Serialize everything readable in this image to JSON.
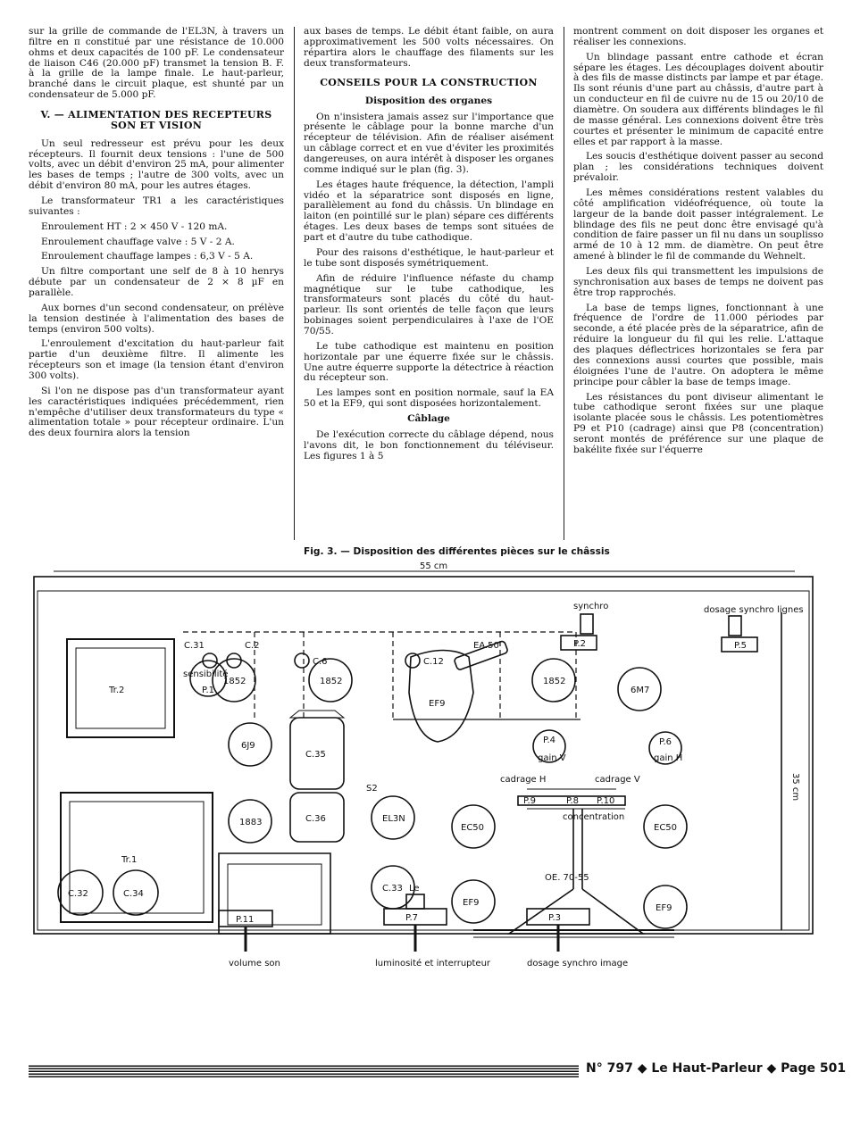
{
  "col1": {
    "p1": "sur la grille de commande de l'EL3N, à travers un filtre en π constitué par une résistance de 10.000 ohms et deux capacités de 100 pF. Le condensateur de liaison C46 (20.000 pF) transmet la tension B. F. à la grille de la lampe finale. Le haut-parleur, branché dans le circuit plaque, est shunté par un condensateur de 5.000 pF.",
    "heading": "V. — ALIMENTATION DES RECEPTEURS SON ET VISION",
    "p2": "Un seul redresseur est prévu pour les deux récepteurs. Il fournit deux tensions : l'une de 500 volts, avec un débit d'environ 25 mA, pour alimenter les bases de temps ; l'autre de 300 volts, avec un débit d'environ 80 mA, pour les autres étages.",
    "p3": "Le transformateur TR1 a les caractéristiques suivantes :",
    "p4": "Enroulement HT : 2 × 450 V - 120 mA.",
    "p5": "Enroulement chauffage valve : 5 V - 2 A.",
    "p6": "Enroulement chauffage lampes : 6,3 V - 5 A.",
    "p7": "Un filtre comportant une self de 8 à 10 henrys débute par un condensateur de 2 × 8 µF en parallèle.",
    "p8": "Aux bornes d'un second condensateur, on prélève la tension destinée à l'alimentation des bases de temps (environ 500 volts).",
    "p9": "L'enroulement d'excitation du haut-parleur fait partie d'un deuxième filtre. Il alimente les récepteurs son et image (la tension étant d'environ 300 volts).",
    "p10": "Si l'on ne dispose pas d'un transformateur ayant les caractéristiques indiquées précédemment, rien n'empêche d'utiliser deux transformateurs du type « alimentation totale » pour récepteur ordinaire. L'un des deux fournira alors la tension"
  },
  "col2": {
    "p1": "aux bases de temps. Le débit étant faible, on aura approximativement les 500 volts nécessaires. On répartira alors le chauffage des filaments sur les deux transformateurs.",
    "heading": "CONSEILS POUR LA CONSTRUCTION",
    "subheading1": "Disposition des organes",
    "p2": "On n'insistera jamais assez sur l'importance que présente le câblage pour la bonne marche d'un récepteur de télévision. Afin de réaliser aisément un câblage correct et en vue d'éviter les proximités dangereuses, on aura intérêt à disposer les organes comme indiqué sur le plan (fig. 3).",
    "p3": "Les étages haute fréquence, la détection, l'ampli vidéo et la séparatrice sont disposés en ligne, parallèlement au fond du châssis. Un blindage en laiton (en pointillé sur le plan) sépare ces différents étages. Les deux bases de temps sont situées de part et d'autre du tube cathodique.",
    "p4": "Pour des raisons d'esthétique, le haut-parleur et le tube sont disposés symétriquement.",
    "p5": "Afin de réduire l'influence néfaste du champ magnétique sur le tube cathodique, les transformateurs sont placés du côté du haut-parleur. Ils sont orientés de telle façon que leurs bobinages soient perpendiculaires à l'axe de l'OE 70/55.",
    "p6": "Le tube cathodique est maintenu en position horizontale par une équerre fixée sur le châssis. Une autre équerre supporte la détectrice à réaction du récepteur son.",
    "p7": "Les lampes sont en position normale, sauf la EA 50 et la EF9, qui sont disposées horizontalement.",
    "subheading2": "Câblage",
    "p8": "De l'exécution correcte du câblage dépend, nous l'avons dit, le bon fonctionnement du téléviseur. Les figures 1 à 5"
  },
  "col3": {
    "p1": "montrent comment on doit disposer les organes et réaliser les connexions.",
    "p2": "Un blindage passant entre cathode et écran sépare les étages. Les découplages doivent aboutir à des fils de masse distincts par lampe et par étage. Ils sont réunis d'une part au châssis, d'autre part à un conducteur en fil de cuivre nu de 15 ou 20/10 de diamètre. On soudera aux différents blindages le fil de masse général. Les connexions doivent être très courtes et présenter le minimum de capacité entre elles et par rapport à la masse.",
    "p3": "Les soucis d'esthétique doivent passer au second plan ; les considérations techniques doivent prévaloir.",
    "p4": "Les mêmes considérations restent valables du côté amplification vidéofréquence, où toute la largeur de la bande doit passer intégralement. Le blindage des fils ne peut donc être envisagé qu'à condition de faire passer un fil nu dans un souplisso armé de 10 à 12 mm. de diamètre. On peut être amené à blinder le fil de commande du Wehnelt.",
    "p5": "Les deux fils qui transmettent les impulsions de synchronisation aux bases de temps ne doivent pas être trop rapprochés.",
    "p6": "La base de temps lignes, fonctionnant à une fréquence de l'ordre de 11.000 périodes par seconde, a été placée près de la séparatrice, afin de réduire la longueur du fil qui les relie. L'attaque des plaques déflectrices horizontales se fera par des connexions aussi courtes que possible, mais éloignées l'une de l'autre. On adoptera le même principe pour câbler la base de temps image.",
    "p7": "Les résistances du pont diviseur alimentant le tube cathodique seront fixées sur une plaque isolante placée sous le châssis. Les potentiomètres P9 et P10 (cadrage) ainsi que P8 (concentration) seront montés de préférence sur une plaque de bakélite fixée sur l'équerre"
  },
  "figure": {
    "caption": "Fig. 3. — Disposition des différentes pièces sur le châssis",
    "width_label": "55 cm",
    "depth_label": "35 cm",
    "labels": {
      "synchro": "synchro",
      "dosage_synchro_lignes": "dosage synchro lignes",
      "p2": "P.2",
      "p5": "P.5",
      "p11": "P.11",
      "p7": "P.7",
      "p3": "P.3",
      "p4": "P.4",
      "p6": "P.6",
      "p8": "P.8",
      "p9": "P.9",
      "p10": "P.10",
      "tr2": "Tr.2",
      "tr1": "Tr.1",
      "c31": "C.31",
      "c2": "C.2",
      "c6": "C.6",
      "c12": "C.12",
      "ea50": "EA.50",
      "sensibilite": "sensibilité",
      "p1": "P.1",
      "v1852a": "1852",
      "v1852b": "1852",
      "v1852c": "1852",
      "ef9a": "EF9",
      "ef9b": "EF9",
      "ef9c": "EF9",
      "v6m7": "6M7",
      "v6j9": "6J9",
      "c35": "C.35",
      "c36": "C.36",
      "s2": "S2",
      "v1883": "1883",
      "el3n": "EL3N",
      "ec50a": "EC50",
      "ec50b": "EC50",
      "gain_v": "gain V",
      "gain_h": "gain H",
      "cadrage_h": "cadrage H",
      "cadrage_v": "cadrage V",
      "concentration": "concentration",
      "oe7055": "OE. 70-55",
      "c33": "C.33",
      "c32": "C.32",
      "c34": "C.34",
      "le": "Le",
      "volume_son": "volume son",
      "luminosite": "luminosité et interrupteur",
      "dosage_synchro_image": "dosage synchro image"
    }
  },
  "footer": "N° 797 ◆ Le Haut-Parleur ◆ Page 501"
}
